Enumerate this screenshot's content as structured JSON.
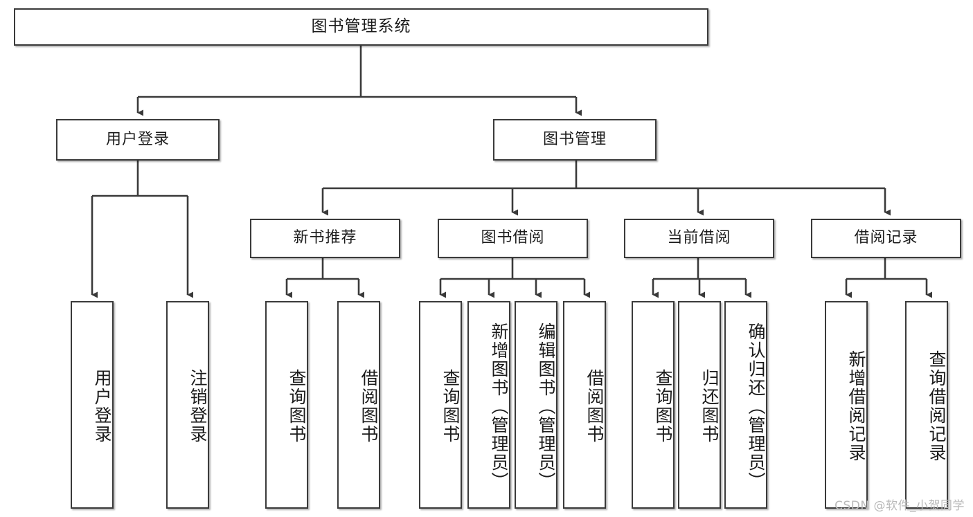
{
  "diagram": {
    "title": "图书管理系统",
    "watermark": "CSDN @软件_小贺同学",
    "line_color": "#3a3a3a",
    "box_fill": "#ffffff",
    "text_color": "#1b1b1b",
    "watermark_color": "#b9b9b9",
    "root": {
      "id": "root",
      "label": "图书管理系统"
    },
    "level2": [
      {
        "id": "user-login",
        "label": "用户登录"
      },
      {
        "id": "book-manage",
        "label": "图书管理"
      }
    ],
    "level3": [
      {
        "id": "new-book-recommend",
        "label": "新书推荐",
        "parent": "book-manage"
      },
      {
        "id": "book-borrow",
        "label": "图书借阅",
        "parent": "book-manage"
      },
      {
        "id": "current-borrow",
        "label": "当前借阅",
        "parent": "book-manage"
      },
      {
        "id": "borrow-record",
        "label": "借阅记录",
        "parent": "book-manage"
      }
    ],
    "leaves": {
      "user_login": [
        {
          "id": "leaf-user-login",
          "label": "用户登录"
        },
        {
          "id": "leaf-logout",
          "label": "注销登录"
        }
      ],
      "new_book_recommend": [
        {
          "id": "leaf-query-book-1",
          "label": "查询图书"
        },
        {
          "id": "leaf-borrow-book-1",
          "label": "借阅图书"
        }
      ],
      "book_borrow": [
        {
          "id": "leaf-query-book-2",
          "label": "查询图书"
        },
        {
          "id": "leaf-add-book",
          "label": "新增图书（管理员）"
        },
        {
          "id": "leaf-edit-book",
          "label": "编辑图书（管理员）"
        },
        {
          "id": "leaf-borrow-book-2",
          "label": "借阅图书"
        }
      ],
      "current_borrow": [
        {
          "id": "leaf-query-book-3",
          "label": "查询图书"
        },
        {
          "id": "leaf-return-book",
          "label": "归还图书"
        },
        {
          "id": "leaf-confirm-return",
          "label": "确认归还（管理员）"
        }
      ],
      "borrow_record": [
        {
          "id": "leaf-add-record",
          "label": "新增借阅记录"
        },
        {
          "id": "leaf-query-record",
          "label": "查询借阅记录"
        }
      ]
    }
  }
}
